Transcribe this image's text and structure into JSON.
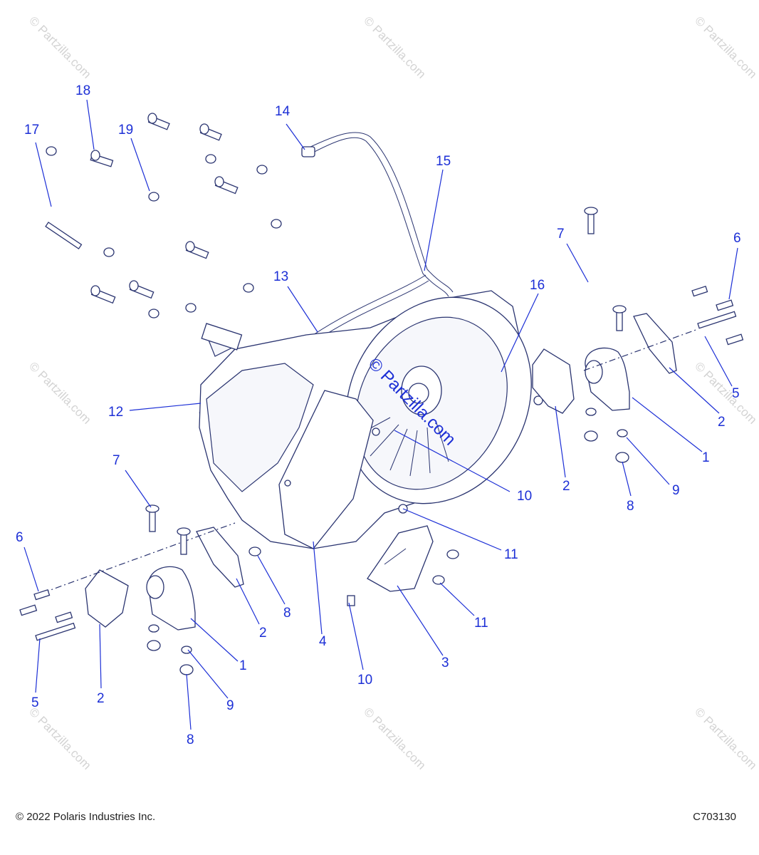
{
  "watermark": "© Partzilla.com",
  "center_watermark": "© Partzilla.com",
  "footer": {
    "copyright": "© 2022 Polaris Industries Inc.",
    "drawing_id": "C703130"
  },
  "callouts": [
    {
      "id": "c18",
      "label": "18"
    },
    {
      "id": "c17",
      "label": "17"
    },
    {
      "id": "c19",
      "label": "19"
    },
    {
      "id": "c14",
      "label": "14"
    },
    {
      "id": "c15",
      "label": "15"
    },
    {
      "id": "c13",
      "label": "13"
    },
    {
      "id": "c16",
      "label": "16"
    },
    {
      "id": "c7r",
      "label": "7"
    },
    {
      "id": "c6r",
      "label": "6"
    },
    {
      "id": "c12",
      "label": "12"
    },
    {
      "id": "c5r",
      "label": "5"
    },
    {
      "id": "c2rr",
      "label": "2"
    },
    {
      "id": "c1r",
      "label": "1"
    },
    {
      "id": "c9r",
      "label": "9"
    },
    {
      "id": "c2rl",
      "label": "2"
    },
    {
      "id": "c10c",
      "label": "10"
    },
    {
      "id": "c8r",
      "label": "8"
    },
    {
      "id": "c7l",
      "label": "7"
    },
    {
      "id": "c11a",
      "label": "11"
    },
    {
      "id": "c6l",
      "label": "6"
    },
    {
      "id": "c8l",
      "label": "8"
    },
    {
      "id": "c2lm",
      "label": "2"
    },
    {
      "id": "c11b",
      "label": "11"
    },
    {
      "id": "c4",
      "label": "4"
    },
    {
      "id": "c1l",
      "label": "1"
    },
    {
      "id": "c3",
      "label": "3"
    },
    {
      "id": "c10b",
      "label": "10"
    },
    {
      "id": "c9l",
      "label": "9"
    },
    {
      "id": "c5l",
      "label": "5"
    },
    {
      "id": "c2ll",
      "label": "2"
    },
    {
      "id": "c8lb",
      "label": "8"
    }
  ]
}
